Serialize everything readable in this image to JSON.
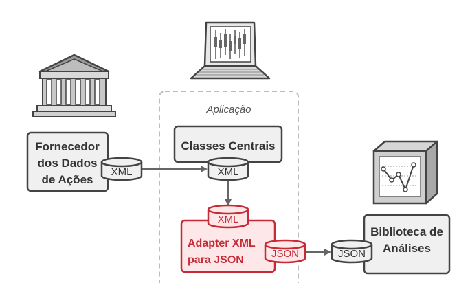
{
  "colors": {
    "stroke": "#444444",
    "box_fill": "#f0f0f0",
    "red": "#c52a35",
    "red_fill": "#fde7e8",
    "arrow": "#666666",
    "dashed": "#bbbbbb"
  },
  "icons": {
    "provider": "stock-exchange-building-icon",
    "laptop": "laptop-chart-icon",
    "analytics": "analytics-box-icon"
  },
  "application": {
    "label": "Aplicação"
  },
  "provider": {
    "lines": [
      "Fornecedor",
      "dos Dados",
      "de Ações"
    ],
    "format": "XML"
  },
  "core": {
    "label": "Classes Centrais",
    "format": "XML"
  },
  "adapter": {
    "lines": [
      "Adapter XML",
      "para JSON"
    ],
    "input_format": "XML",
    "output_format": "JSON"
  },
  "library": {
    "lines": [
      "Biblioteca de",
      "Análises"
    ],
    "format": "JSON"
  }
}
